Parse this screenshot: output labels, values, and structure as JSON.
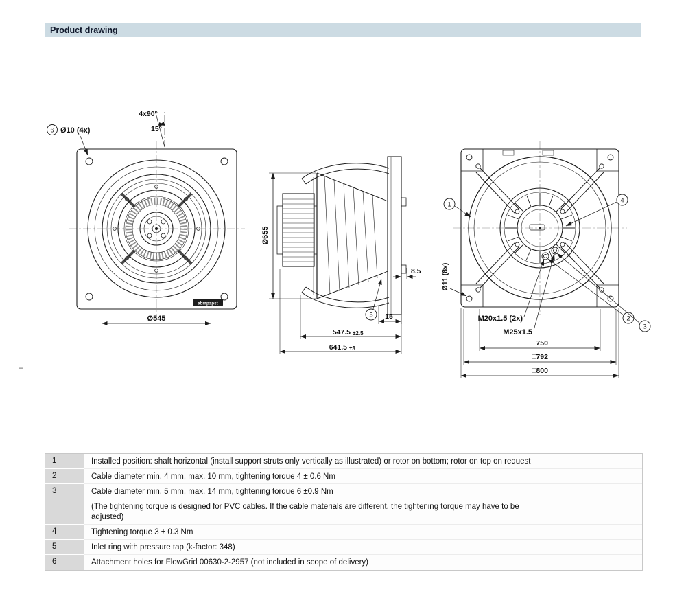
{
  "page": {
    "header_title": "Product drawing",
    "margin_dash": "–"
  },
  "front_view": {
    "callout_6": "6",
    "hole_label": "Ø10 (4x)",
    "angle_label": "4x90°",
    "angle2_label": "15°",
    "dia_label": "Ø545",
    "brand_label": "ebmpapst"
  },
  "side_view": {
    "dia_label": "Ø655",
    "thickness_label": "8.5",
    "callout_5": "5",
    "offset_label": "15",
    "dim_a_value": "547.5",
    "dim_a_tol": "±2.5",
    "dim_b_value": "641.5",
    "dim_b_tol": "±3"
  },
  "rear_view": {
    "callout_1": "1",
    "callout_2": "2",
    "callout_3": "3",
    "callout_4": "4",
    "hole_label": "Ø11 (8x)",
    "gland_label_1": "M20x1.5 (2x)",
    "gland_label_2": "M25x1.5",
    "dim_750": "□750",
    "dim_792": "□792",
    "dim_800": "□800"
  },
  "notes": {
    "rows": [
      {
        "num": "1",
        "text": "Installed position: shaft horizontal (install support struts only vertically as illustrated) or rotor on bottom; rotor on top on request"
      },
      {
        "num": "2",
        "text": "Cable diameter min. 4 mm, max. 10 mm, tightening torque 4 ± 0.6 Nm"
      },
      {
        "num": "3",
        "text": "Cable diameter min. 5 mm, max. 14 mm, tightening torque 6 ±0.9 Nm"
      },
      {
        "num": "",
        "text": "(The tightening torque is designed for PVC cables. If the cable materials are different, the tightening torque may have to be\nadjusted)"
      },
      {
        "num": "4",
        "text": "Tightening torque 3 ± 0.3 Nm"
      },
      {
        "num": "5",
        "text": "Inlet ring with pressure tap (k-factor: 348)"
      },
      {
        "num": "6",
        "text": "Attachment holes for FlowGrid 00630-2-2957 (not included in scope of delivery)"
      }
    ]
  }
}
